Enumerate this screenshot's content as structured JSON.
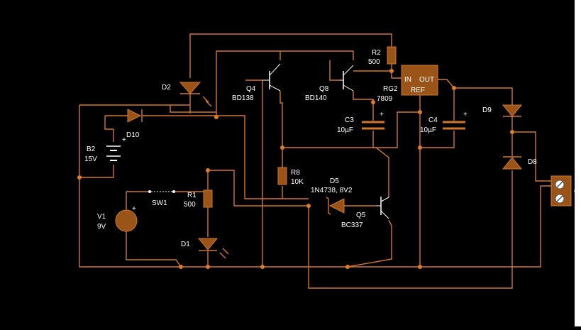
{
  "components": {
    "D2": {
      "ref": "D2"
    },
    "D10": {
      "ref": "D10"
    },
    "B2": {
      "ref": "B2",
      "value": "15V"
    },
    "V1": {
      "ref": "V1",
      "value": "9V",
      "polarity": "+"
    },
    "SW1": {
      "ref": "SW1"
    },
    "R1": {
      "ref": "R1",
      "value": "500"
    },
    "D1": {
      "ref": "D1"
    },
    "Q4": {
      "ref": "Q4",
      "part": "BD138"
    },
    "Q8": {
      "ref": "Q8",
      "part": "BD140"
    },
    "R2": {
      "ref": "R2",
      "value": "500"
    },
    "RG2": {
      "ref": "RG2",
      "part": "7809",
      "pin_in": "IN",
      "pin_out": "OUT",
      "pin_ref": "REF"
    },
    "C3": {
      "ref": "C3",
      "value": "10µF",
      "polarity": "+"
    },
    "C4": {
      "ref": "C4",
      "value": "10µF",
      "polarity": "+"
    },
    "D9": {
      "ref": "D9"
    },
    "D8": {
      "ref": "D8"
    },
    "R8": {
      "ref": "R8",
      "value": "10K"
    },
    "D5": {
      "ref": "D5",
      "part": "1N4738, 8V2"
    },
    "Q5": {
      "ref": "Q5",
      "part": "BC337"
    },
    "B2_polarity": "+",
    "connector": {
      "label": "C"
    }
  },
  "colors": {
    "background": "#000000",
    "wire": "#d2762a",
    "component_fill": "#9a5418",
    "text": "#ffffff"
  }
}
